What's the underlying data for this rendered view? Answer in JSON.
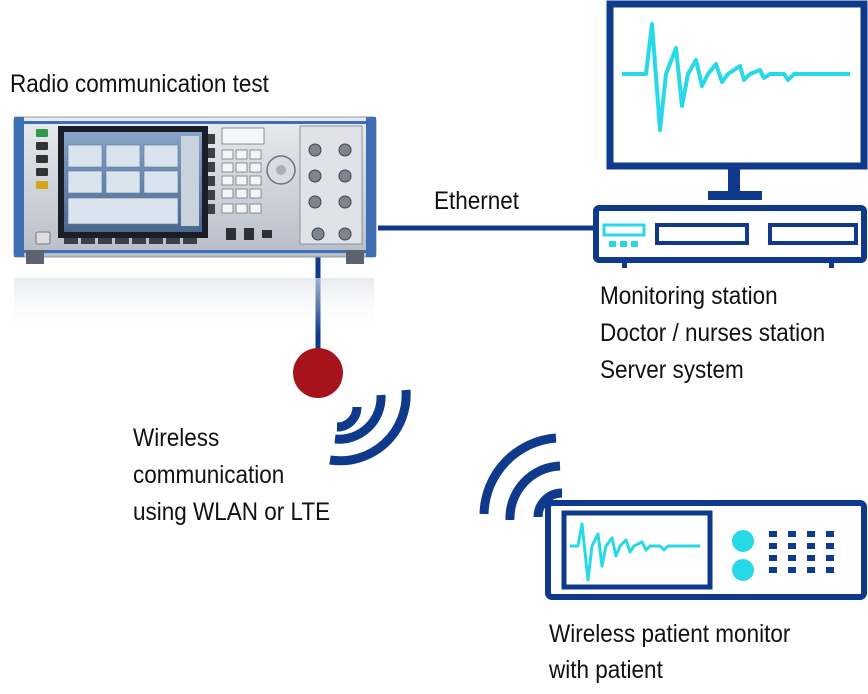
{
  "labels": {
    "tester_title": "Radio communication test",
    "ethernet": "Ethernet",
    "station_lines": [
      "Monitoring station",
      "Doctor / nurses station",
      "Server system"
    ],
    "wireless_lines": [
      "Wireless",
      "communication",
      "using WLAN or LTE"
    ],
    "patient_lines": [
      "Wireless patient monitor",
      "with patient"
    ]
  },
  "colors": {
    "navy": "#0f3a8c",
    "cyan": "#27d9e6",
    "antenna_red": "#a6131b",
    "text": "#111111"
  },
  "icons": {
    "tester": "radio-communication-tester-device",
    "monitor": "desktop-monitor-icon",
    "station": "workstation-box-icon",
    "antenna": "antenna-ball-icon",
    "waves_tester": "wireless-signal-waves-icon",
    "waves_patient": "wireless-signal-waves-icon",
    "patient_monitor": "patient-monitor-icon"
  }
}
